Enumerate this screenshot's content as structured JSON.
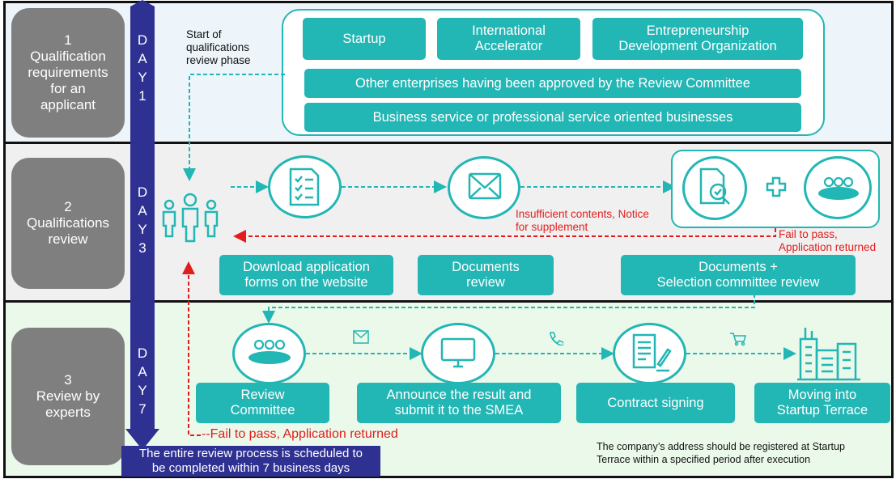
{
  "stages": [
    {
      "label": "1\nQualification\nrequirements\nfor an\napplicant",
      "day": "D\nA\nY\n1"
    },
    {
      "label": "2\nQualifications\nreview",
      "day": "D\nA\nY\n3"
    },
    {
      "label": "3\nReview by\nexperts",
      "day": "D\nA\nY\n7"
    }
  ],
  "stage1": {
    "start_note": "Start of\nqualifications\nreview phase",
    "categories": [
      "Startup",
      "International\nAccelerator",
      "Entrepreneurship\nDevelopment Organization"
    ],
    "other_enterprises": "Other enterprises having been approved by the Review Committee",
    "business_service": "Business service or professional service oriented businesses"
  },
  "stage2": {
    "steps": [
      "Download application\nforms on the website",
      "Documents\nreview",
      "Documents +\nSelection committee review"
    ],
    "insufficient": "Insufficient contents, Notice\nfor supplement",
    "fail": "Fail to pass,\nApplication returned"
  },
  "stage3": {
    "steps": [
      "Review\nCommittee",
      "Announce the result and\nsubmit it to the SMEA",
      "Contract signing",
      "Moving into\nStartup Terrace"
    ],
    "fail": "--Fail to pass, Application returned",
    "address_note": "The company’s address should be registered at Startup\nTerrace within a specified period after execution"
  },
  "timeline_note": "The entire review process is scheduled to\nbe completed within 7 business days",
  "colors": {
    "teal": "#22b6b4",
    "navy": "#2e3192",
    "red": "#e31c1c",
    "band1": "#edf5fa",
    "band2": "#f0f0f0",
    "band3": "#ebf9ea"
  },
  "icons": [
    "people-icon",
    "checklist-icon",
    "envelope-icon",
    "document-search-icon",
    "plus-icon",
    "meeting-icon",
    "mail-small-icon",
    "phone-small-icon",
    "cart-small-icon",
    "computer-icon",
    "contract-icon",
    "buildings-icon"
  ]
}
